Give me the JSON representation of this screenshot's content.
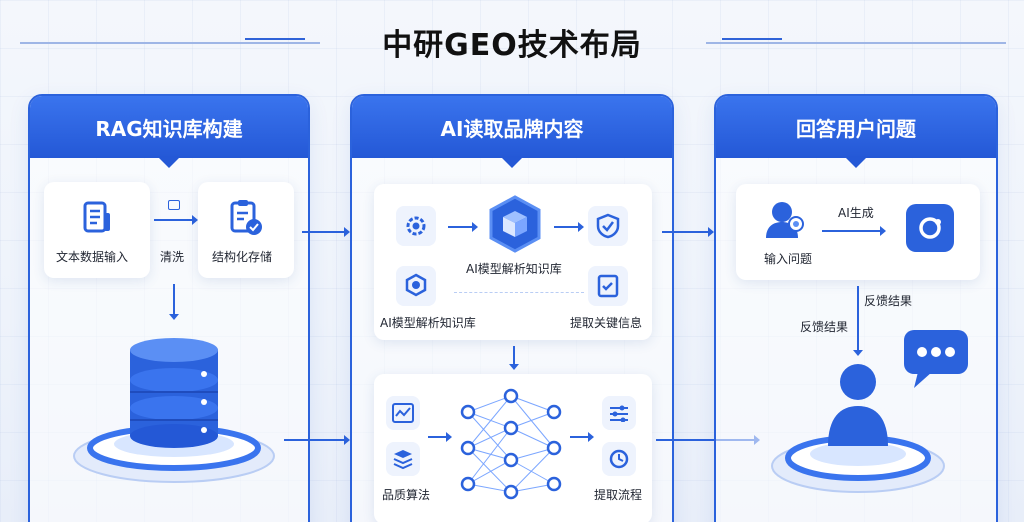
{
  "title": "中研GEO技术布局",
  "columns": [
    {
      "header": "RAG知识库构建",
      "steps": {
        "input": "文本数据输入",
        "clean": "清洗",
        "store": "结构化存储"
      }
    },
    {
      "header": "AI读取品牌内容",
      "top": {
        "center": "AI模型解析知识库",
        "left": "AI模型解析知识库",
        "right": "提取关键信息"
      },
      "bottom": {
        "left": "品质算法",
        "right": "提取流程"
      }
    },
    {
      "header": "回答用户问题",
      "input": "输入问题",
      "generate": "AI生成",
      "feedback1": "反馈结果",
      "feedback2": "反馈结果"
    }
  ],
  "colors": {
    "primary": "#2b62dc",
    "accent": "#3a74ee",
    "light": "#eef3fd"
  },
  "icons": [
    "document-icon",
    "clipboard-check-icon",
    "database-icon",
    "gear-icon",
    "cube-icon",
    "shield-check-icon",
    "hexagon-icon",
    "checklist-icon",
    "chart-icon",
    "layers-icon",
    "neural-network-icon",
    "sliders-icon",
    "clock-refresh-icon",
    "user-icon",
    "ai-ring-icon",
    "chat-bubble-icon"
  ]
}
